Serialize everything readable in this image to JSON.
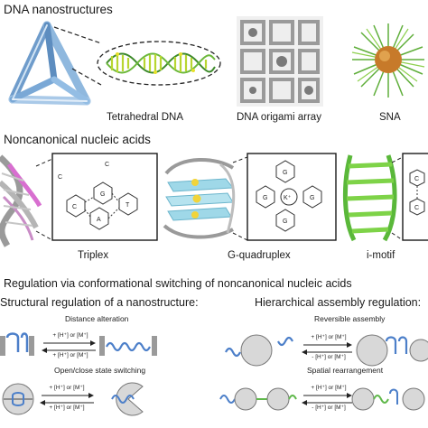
{
  "sections": {
    "nanostructures": "DNA nanostructures",
    "noncanonical": "Noncanonical nucleic acids",
    "regulation": "Regulation via conformational switching of noncanonical nucleic acids"
  },
  "nanostructures": {
    "tetrahedral": "Tetrahedral DNA",
    "origami": "DNA origami array",
    "sna": "SNA"
  },
  "noncanonical": {
    "triplex": "Triplex",
    "gquad": "G-quadruplex",
    "imotif": "i-motif",
    "ion_label": "K⁺"
  },
  "regulation": {
    "structural_title": "Structural regulation of a nanostructure:",
    "hierarchical_title": "Hierarchical assembly regulation:",
    "distance": "Distance alteration",
    "openclose": "Open/close state switching",
    "reversible": "Reversible assembly",
    "spatial": "Spatial rearrangement",
    "stim_fwd": "+ [H⁺] or [M⁺]",
    "stim_rev": "+ [H⁺] or [M⁺]",
    "stim_fwd_b": "+ [H⁺] or [M⁺]",
    "stim_rev_b": "- [H⁺] or [M⁺]"
  },
  "colors": {
    "tetra": "#8fb8de",
    "helix_green": "#7ccc3a",
    "helix_yellow": "#e6e02a",
    "gquad_cyan": "#9fd8e8",
    "imotif_green": "#7ed348",
    "triplex_pink": "#d86fd0",
    "sna_core": "#c77a2a",
    "strand_blue": "#4c7fc9",
    "strand_green": "#5fb84a",
    "sphere": "#d8d8d8"
  }
}
